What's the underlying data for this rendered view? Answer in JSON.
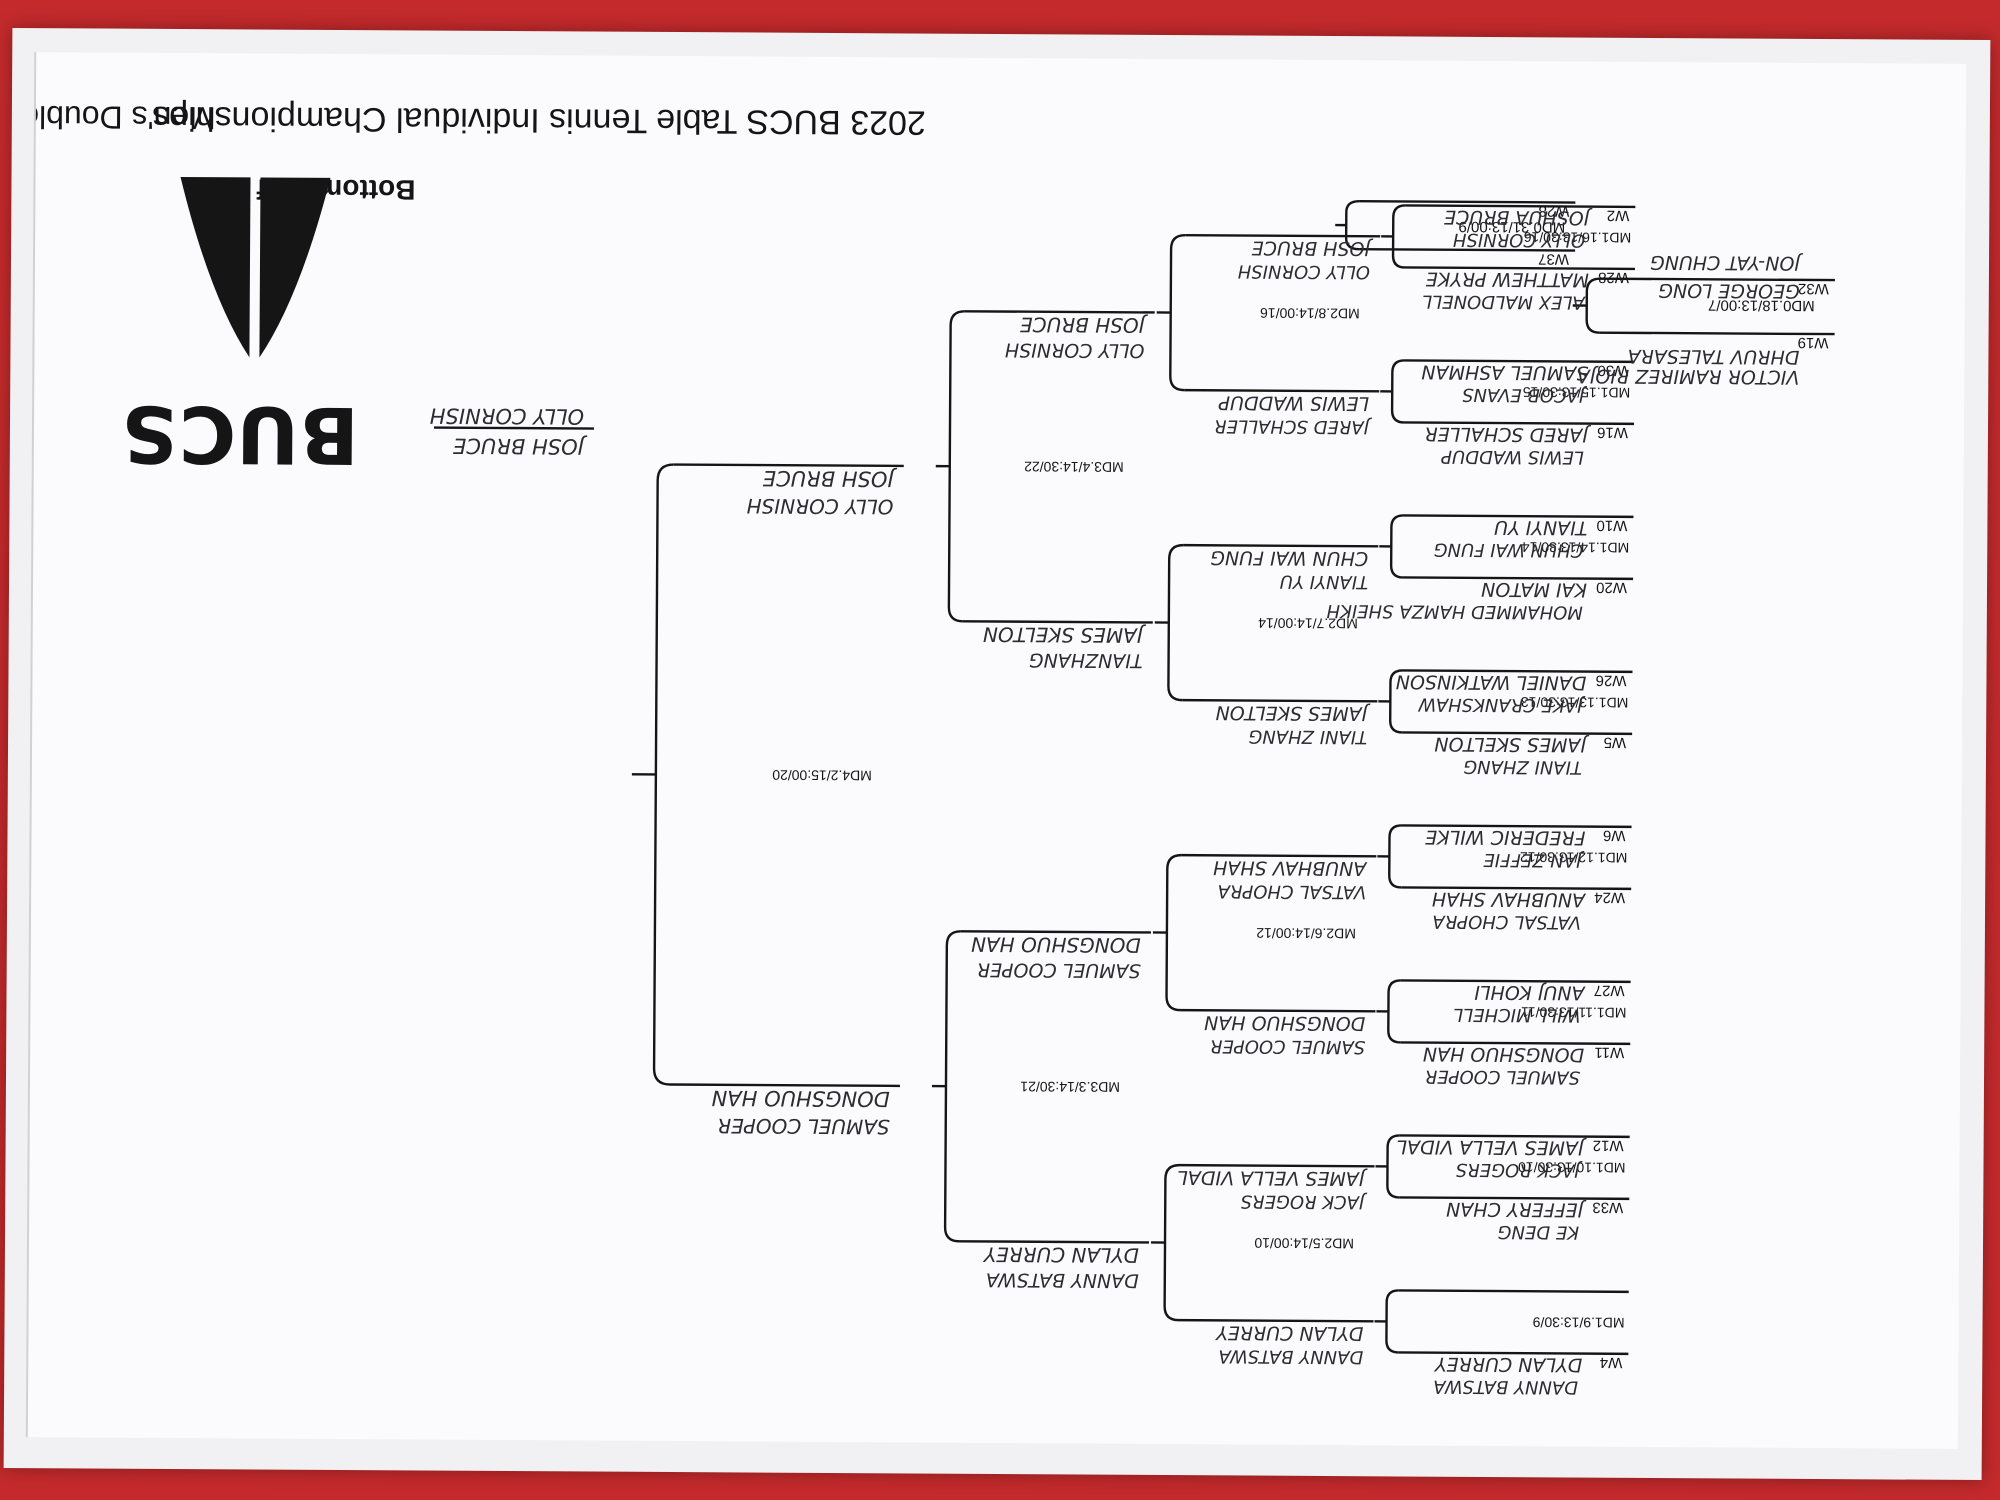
{
  "header": {
    "title": "2023 BUCS Table Tennis Individual Championships",
    "event": "Men's Doubles",
    "section": "Bottom Half",
    "logo_text": "BUCS"
  },
  "colors": {
    "backdrop": "#c42a2c",
    "paper": "#fbfbfd",
    "ink": "#151515",
    "pencil": "#2c2c33"
  },
  "prelim": {
    "top": {
      "seed": "W19",
      "names": [
        "DHRUV TALESARA",
        "VICTOR RAMIREZ RIOJA"
      ]
    },
    "bottom": {
      "seed": "W32",
      "names": [
        "GEORGE LONG",
        "JON-YAT CHUNG"
      ]
    },
    "match": "MD0.18/13:00/7"
  },
  "prelim2": {
    "seed_top": "W37",
    "seed_bottom": "W28",
    "match": "MD0.31/13:00/9"
  },
  "r1": [
    {
      "match": "MD1.9/13:30/9",
      "seed": "W4",
      "entry": "DYLAN CURREY",
      "entry2": "DANNY BATSWA"
    },
    {
      "match": "MD1.10/13:30/10",
      "seed": "W33",
      "entry": "JEFFERY CHAN",
      "entry2": "KE DENG",
      "seed2": "W12",
      "entry3": "JAMES VELLA VIDAL",
      "entry4": "JACK ROGERS"
    },
    {
      "match": "MD1.11/13:30/11",
      "seed": "W11",
      "entry": "DONGSHUO HAN",
      "entry2": "SAMUEL COOPER",
      "seed2": "W27",
      "entry3": "ANUJ KOHLI",
      "entry4": "WILL MICHELL"
    },
    {
      "match": "MD1.12/13:30/12",
      "seed": "W24",
      "entry": "ANUBHAV SHAH",
      "entry2": "VATSAL CHOPRA",
      "seed2": "W6",
      "entry3": "FREDERIC WILKE",
      "entry4": "JAN ZEFFIE"
    },
    {
      "match": "MD1.13/13:30/13",
      "seed": "W5",
      "entry": "JAMES SKELTON",
      "entry2": "TIANI ZHANG",
      "seed2": "W26",
      "entry3": "DANIEL WATKINSON",
      "entry4": "JAKE CRANKSHAW"
    },
    {
      "match": "MD1.14/13:30/14",
      "seed": "W20",
      "entry": "KAI MATON",
      "entry2": "MOHAMMED HAMZA SHEIKH",
      "seed2": "W10",
      "entry3": "TIANYI YU",
      "entry4": "CHUN WAI FUNG"
    },
    {
      "match": "MD1.15/13:30/15",
      "seed": "W16",
      "entry": "JARED SCHALLER",
      "entry2": "LEWIS WADDUP",
      "seed2": "W30",
      "entry3": "SAMUEL ASHMAN",
      "entry4": "JACOB EVANS"
    },
    {
      "match": "MD1.16/13:30/16",
      "seed": "W28",
      "entry": "MATTHEW PRYKE",
      "entry2": "ALEX MALDONELL",
      "seed2": "W2",
      "entry3": "JOSHUA BRUCE",
      "entry4": "OLLY CORNISH"
    }
  ],
  "r2": [
    {
      "match": "MD2.5/14:00/10",
      "winner_top": [
        "DYLAN CURREY",
        "DANNY BATSWA"
      ],
      "winner_bottom": [
        "JAMES VELLA VIDAL",
        "JACK ROGERS"
      ]
    },
    {
      "match": "MD2.6/14:00/12",
      "winner_top": [
        "DONGSHUO HAN",
        "SAMUEL COOPER"
      ],
      "winner_bottom": [
        "ANUBHAV SHAH",
        "VATSAL CHOPRA"
      ]
    },
    {
      "match": "MD2.7/14:00/14",
      "winner_top": [
        "JAMES SKELTON",
        "TIANI ZHANG"
      ],
      "winner_bottom": [
        "CHUN WAI FUNG",
        "TIANYI YU"
      ]
    },
    {
      "match": "MD2.8/14:00/16",
      "winner_top": [
        "LEWIS WADDUP",
        "JARED SCHALLER"
      ],
      "winner_bottom": [
        "JOSH BRUCE",
        "OLLY CORNISH"
      ]
    }
  ],
  "r3": [
    {
      "match": "MD3.3/14:30/21",
      "winner_top": [
        "DYLAN CURREY",
        "DANNY BATSWA"
      ],
      "winner_bottom": [
        "DONGSHUO HAN",
        "SAMUEL COOPER"
      ]
    },
    {
      "match": "MD3.4/14:30/22",
      "winner_top": [
        "JAMES SKELTON",
        "TIANZHANG"
      ],
      "winner_bottom": [
        "JOSH BRUCE",
        "OLLY CORNISH"
      ]
    }
  ],
  "r4": {
    "match": "MD4.2/15:00/20",
    "winner_top": [
      "DONGSHUO HAN",
      "SAMUEL COOPER"
    ],
    "winner_bottom": [
      "JOSH BRUCE",
      "OLLY CORNISH"
    ]
  },
  "final": {
    "winner": [
      "JOSH BRUCE",
      "OLLY CORNISH"
    ]
  }
}
